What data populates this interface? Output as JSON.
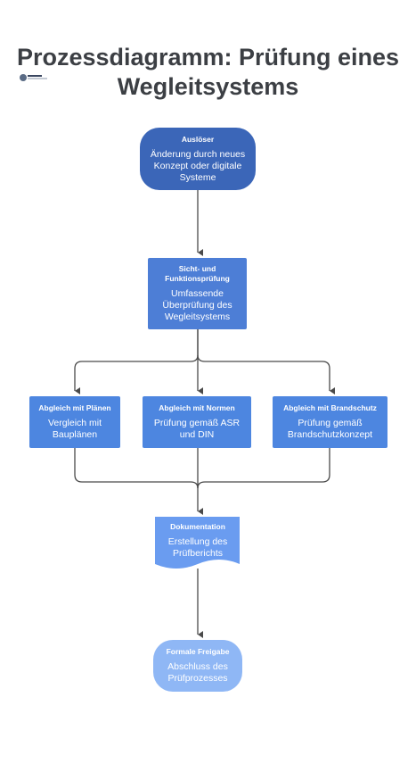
{
  "title": {
    "line1": "Prozessdiagramm: Prüfung eines",
    "line2": "Wegleitsystems"
  },
  "nodes": {
    "trigger": {
      "heading": "Auslöser",
      "text": "Änderung durch neues Konzept oder digitale Systeme"
    },
    "check": {
      "heading": "Sicht- und Funktionsprüfung",
      "text": "Umfassende Überprüfung des Wegleitsystems"
    },
    "plans": {
      "heading": "Abgleich mit Plänen",
      "text": "Vergleich mit Bauplänen"
    },
    "norms": {
      "heading": "Abgleich mit Normen",
      "text": "Prüfung gemäß ASR und DIN"
    },
    "fire": {
      "heading": "Abgleich mit Brandschutz",
      "text": "Prüfung gemäß Brandschutzkonzept"
    },
    "documentation": {
      "heading": "Dokumentation",
      "text": "Erstellung des Prüfberichts"
    },
    "release": {
      "heading": "Formale Freigabe",
      "text": "Abschluss des Prüfprozesses"
    }
  },
  "colors": {
    "trigger": "#3b66b8",
    "check": "#4d7ed6",
    "compare": "#4d86e0",
    "documentation": "#6a9cf0",
    "release": "#8fb7f5",
    "connector": "#4a4a4a"
  },
  "logo": {
    "icon": "logo-mark-icon"
  }
}
